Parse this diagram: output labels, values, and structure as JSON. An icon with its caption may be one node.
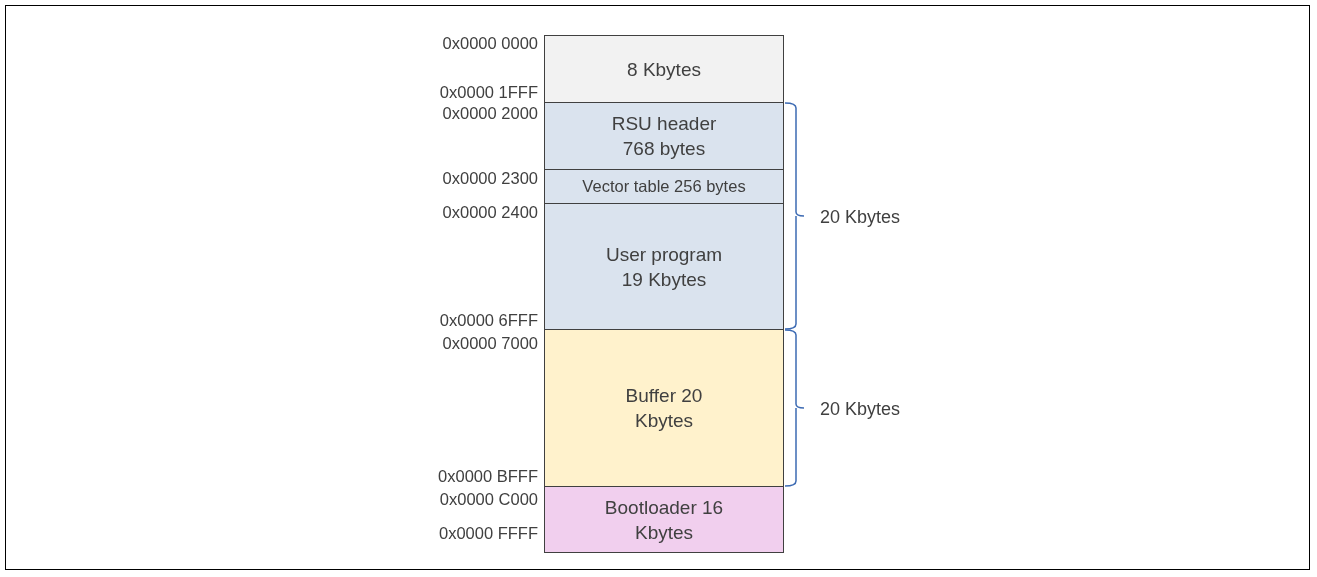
{
  "diagram": {
    "nodes": [
      {
        "text": [
          "8 Kbytes"
        ]
      },
      {
        "text": [
          "RSU header 768 bytes"
        ]
      },
      {
        "text": [
          "Vector table 256 bytes"
        ]
      },
      {
        "text": [
          "User program 19 Kbytes"
        ]
      },
      {
        "text": [
          "Buffer 20 Kbytes"
        ]
      },
      {
        "text": [
          "Bootloader 16 Kbytes"
        ]
      }
    ],
    "labels": [
      "0x0000 0000",
      "0x0000 1FFF",
      "0x0000 2000",
      "0x0000 2300",
      "0x0000 2400",
      "20 Kbytes",
      "0x0000 6FFF",
      "0x0000 7000",
      "20 Kbytes",
      "0x0000 BFFF",
      "0x0000 C000",
      "0x0000 FFFF"
    ]
  }
}
